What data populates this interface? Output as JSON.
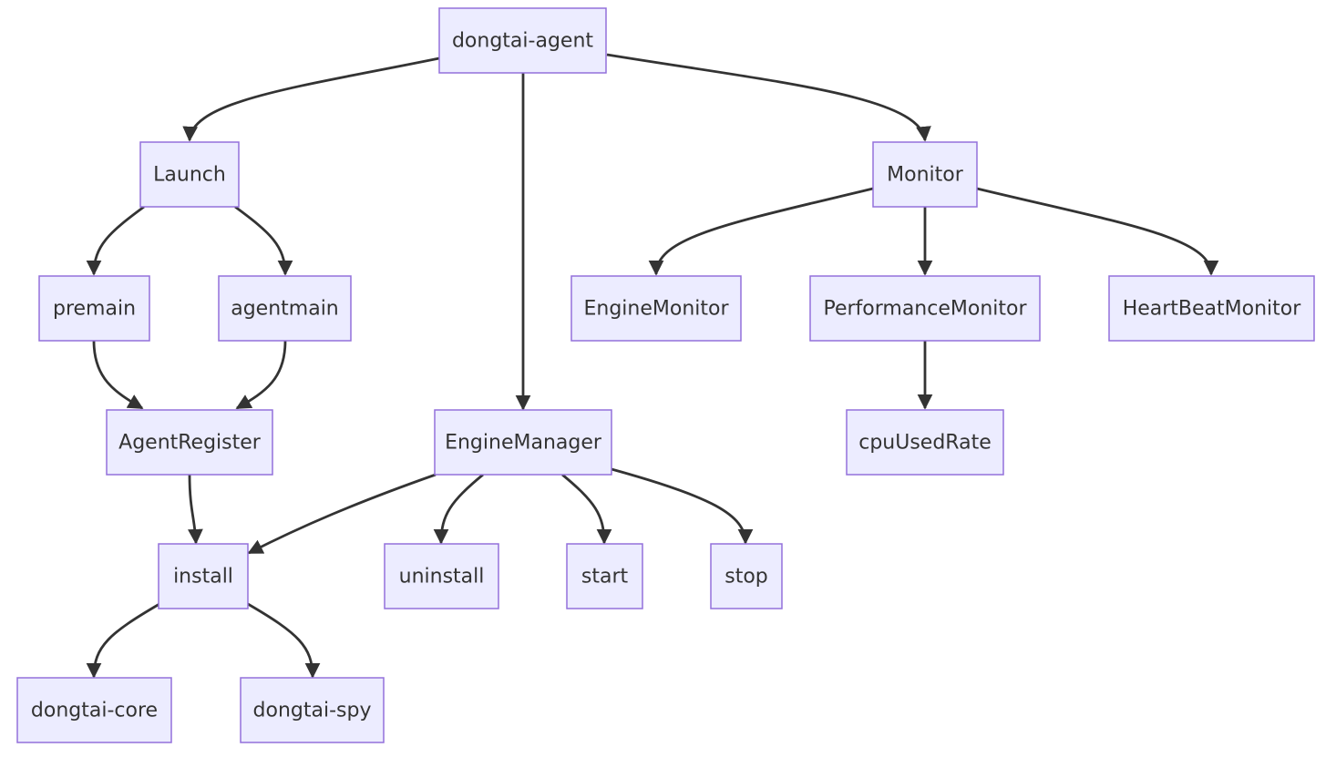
{
  "nodes": {
    "dongtai_agent": "dongtai-agent",
    "launch": "Launch",
    "monitor": "Monitor",
    "premain": "premain",
    "agentmain": "agentmain",
    "engine_monitor": "EngineMonitor",
    "performance_monitor": "PerformanceMonitor",
    "heartbeat_monitor": "HeartBeatMonitor",
    "agent_register": "AgentRegister",
    "engine_manager": "EngineManager",
    "cpu_used_rate": "cpuUsedRate",
    "install": "install",
    "uninstall": "uninstall",
    "start": "start",
    "stop": "stop",
    "dongtai_core": "dongtai-core",
    "dongtai_spy": "dongtai-spy"
  },
  "edges": [
    [
      "dongtai_agent",
      "launch"
    ],
    [
      "dongtai_agent",
      "engine_manager"
    ],
    [
      "dongtai_agent",
      "monitor"
    ],
    [
      "launch",
      "premain"
    ],
    [
      "launch",
      "agentmain"
    ],
    [
      "premain",
      "agent_register"
    ],
    [
      "agentmain",
      "agent_register"
    ],
    [
      "agent_register",
      "install"
    ],
    [
      "engine_manager",
      "install"
    ],
    [
      "engine_manager",
      "uninstall"
    ],
    [
      "engine_manager",
      "start"
    ],
    [
      "engine_manager",
      "stop"
    ],
    [
      "monitor",
      "engine_monitor"
    ],
    [
      "monitor",
      "performance_monitor"
    ],
    [
      "monitor",
      "heartbeat_monitor"
    ],
    [
      "performance_monitor",
      "cpu_used_rate"
    ],
    [
      "install",
      "dongtai_core"
    ],
    [
      "install",
      "dongtai_spy"
    ]
  ],
  "colors": {
    "node_fill": "#ECECFF",
    "node_stroke": "#9370DB",
    "edge": "#333333",
    "text": "#333333"
  }
}
